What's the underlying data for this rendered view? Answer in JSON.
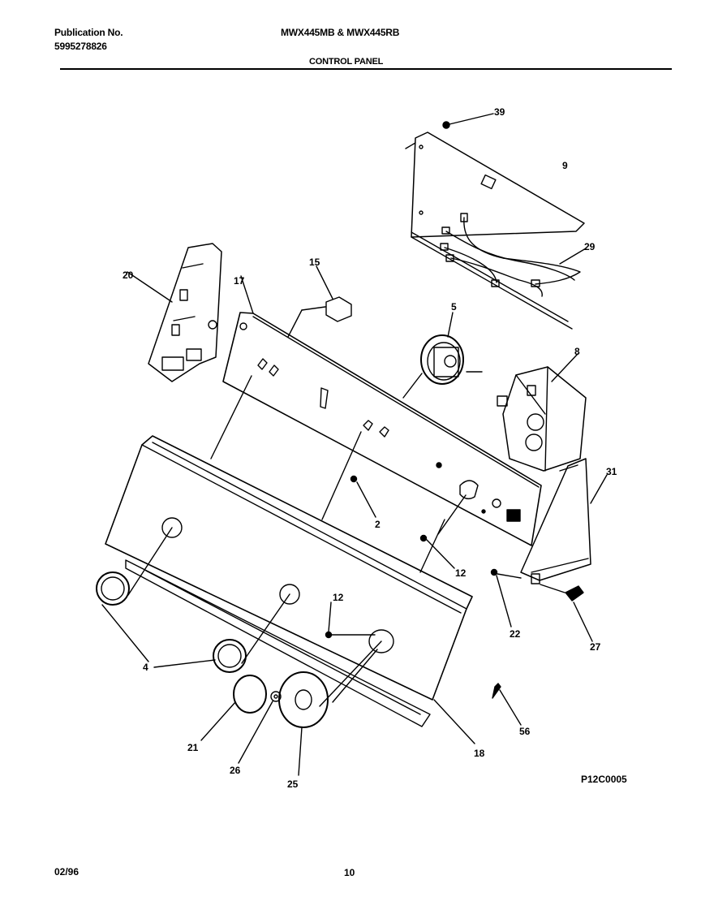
{
  "header": {
    "publication_label": "Publication No.",
    "publication_number": "5995278826",
    "models": "MWX445MB & MWX445RB",
    "section_title": "CONTROL PANEL"
  },
  "diagram": {
    "part_numbers": {
      "p39": "39",
      "p9": "9",
      "p29": "29",
      "p20": "20",
      "p17": "17",
      "p15": "15",
      "p5": "5",
      "p8": "8",
      "p31": "31",
      "p2": "2",
      "p12a": "12",
      "p12b": "12",
      "p22": "22",
      "p27": "27",
      "p4": "4",
      "p21": "21",
      "p26": "26",
      "p25": "25",
      "p18": "18",
      "p56": "56"
    },
    "drawing_code": "P12C0005"
  },
  "footer": {
    "date": "02/96",
    "page": "10"
  }
}
